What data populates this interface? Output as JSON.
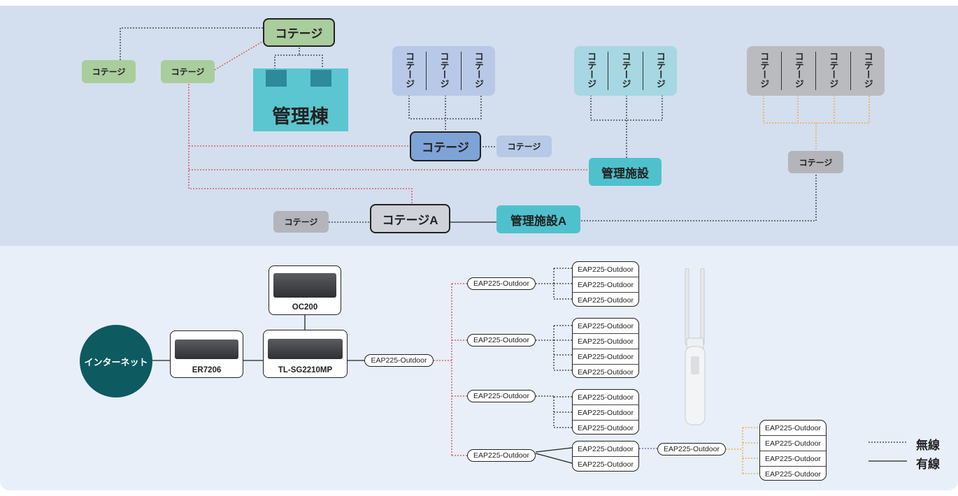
{
  "colors": {
    "green": "#a9cd9c",
    "blue": "#7ea3d6",
    "teal": "#4fc1cd",
    "gray": "#b3b5ba",
    "wireless_red": "#e04848",
    "wireless_orange": "#f2a33a",
    "internet": "#0d5a60"
  },
  "top": {
    "cottage_label": "コテージ",
    "cottage_a_label": "コテージA",
    "main_building_label": "管理棟",
    "facility_label": "管理施設",
    "facility_a_label": "管理施設A",
    "cluster_blue_items": [
      "コテージ",
      "コテージ",
      "コテージ"
    ],
    "cluster_teal_items": [
      "コテージ",
      "コテージ",
      "コテージ"
    ],
    "cluster_gray_items": [
      "コテージ",
      "コテージ",
      "コテージ",
      "コテージ"
    ]
  },
  "bottom": {
    "internet_label": "インターネット",
    "router_label": "ER7206",
    "switch_label": "TL-SG2210MP",
    "controller_label": "OC200",
    "ap_label": "EAP225-Outdoor"
  },
  "legend": {
    "wireless": "無線",
    "wired": "有線"
  },
  "icons": [
    "router-icon",
    "switch-icon",
    "controller-icon",
    "access-point-icon"
  ]
}
